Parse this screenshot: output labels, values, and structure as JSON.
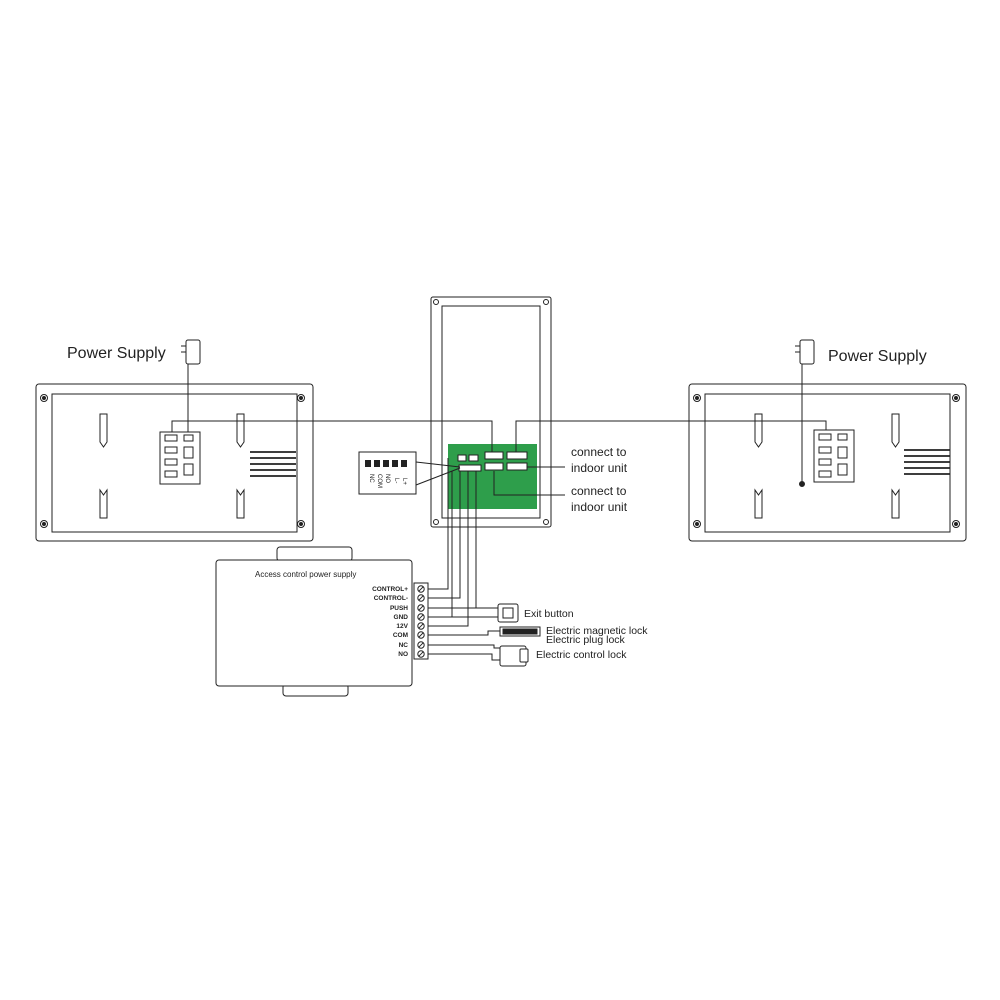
{
  "labels": {
    "power_supply_left": "Power Supply",
    "power_supply_right": "Power Supply",
    "connect_indoor_1_line1": "connect to",
    "connect_indoor_1_line2": "indoor unit",
    "connect_indoor_2_line1": "connect to",
    "connect_indoor_2_line2": "indoor unit",
    "access_control_title": "Access control power supply",
    "exit_button": "Exit button",
    "magnetic_lock": "Electric magnetic lock",
    "plug_lock": "Electric plug lock",
    "control_lock": "Electric control lock"
  },
  "terminals": [
    "CONTROL+",
    "CONTROL-",
    "PUSH",
    "GND",
    "12V",
    "COM",
    "NC",
    "NO"
  ],
  "relay_labels": [
    "L+",
    "L-",
    "NO",
    "COM",
    "NC"
  ],
  "colors": {
    "line": "#222222",
    "pcb_green": "#2e9e4b",
    "panel_fill": "#ffffff"
  }
}
